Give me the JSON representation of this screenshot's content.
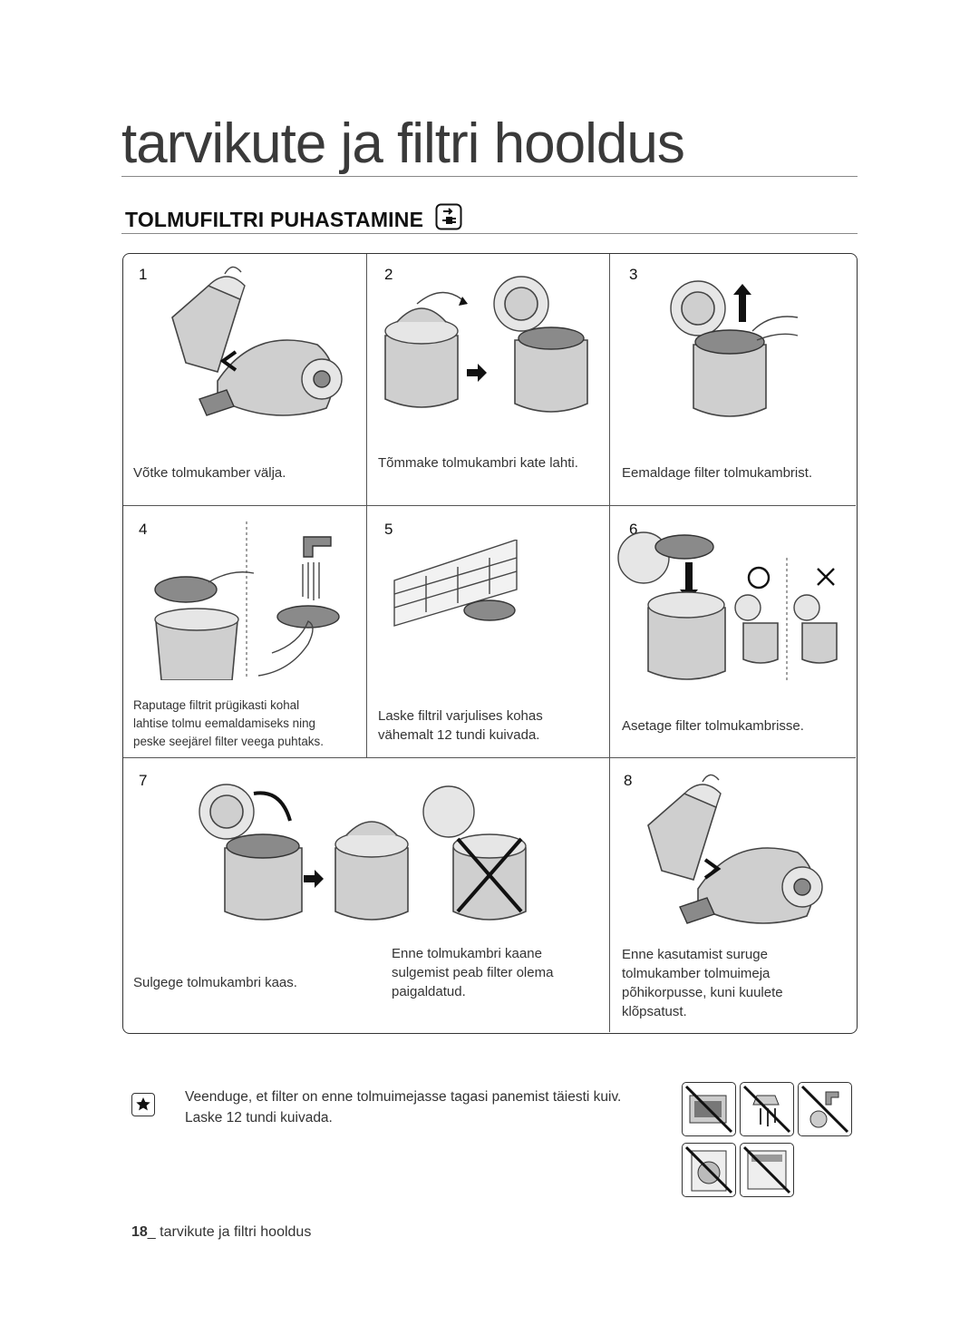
{
  "page_title": "tarvikute ja filtri hooldus",
  "section_title": "TOLMUFILTRI PUHASTAMINE",
  "steps": [
    {
      "num": "1",
      "caption": "Võtke tolmukamber välja."
    },
    {
      "num": "2",
      "caption": "Tõmmake tolmukambri kate lahti."
    },
    {
      "num": "3",
      "caption": "Eemaldage filter tolmukambrist."
    },
    {
      "num": "4",
      "caption_lines": [
        "Raputage filtrit prügikasti kohal",
        "lahtise tolmu eemaldamiseks ning",
        "peske seejärel filter veega puhtaks."
      ]
    },
    {
      "num": "5",
      "caption": "Laske filtril varjulises kohas vähemalt 12 tundi kuivada."
    },
    {
      "num": "6",
      "caption": "Asetage filter tolmukambrisse."
    },
    {
      "num": "7",
      "caption": "Sulgege tolmukambri kaas.",
      "caption2": "Enne tolmukambri kaane sulgemist peab filter olema paigaldatud."
    },
    {
      "num": "8",
      "caption": "Enne kasutamist suruge tolmukamber tolmuimeja põhikorpusse, kuni kuulete klõpsatust."
    }
  ],
  "correct_mark": "O",
  "wrong_mark": "X",
  "note": {
    "icon": "star-icon",
    "text": "Veenduge, et filter on enne tolmuimejasse tagasi panemist täiesti kuiv. Laske 12 tundi kuivada."
  },
  "prohibited_icons": [
    "no-oven-icon",
    "no-hairdryer-icon",
    "no-tap-dry-icon",
    "no-washing-machine-icon",
    "no-dishwasher-icon"
  ],
  "footer": {
    "page_number": "18",
    "text": "tarvikute ja filtri hooldus"
  }
}
